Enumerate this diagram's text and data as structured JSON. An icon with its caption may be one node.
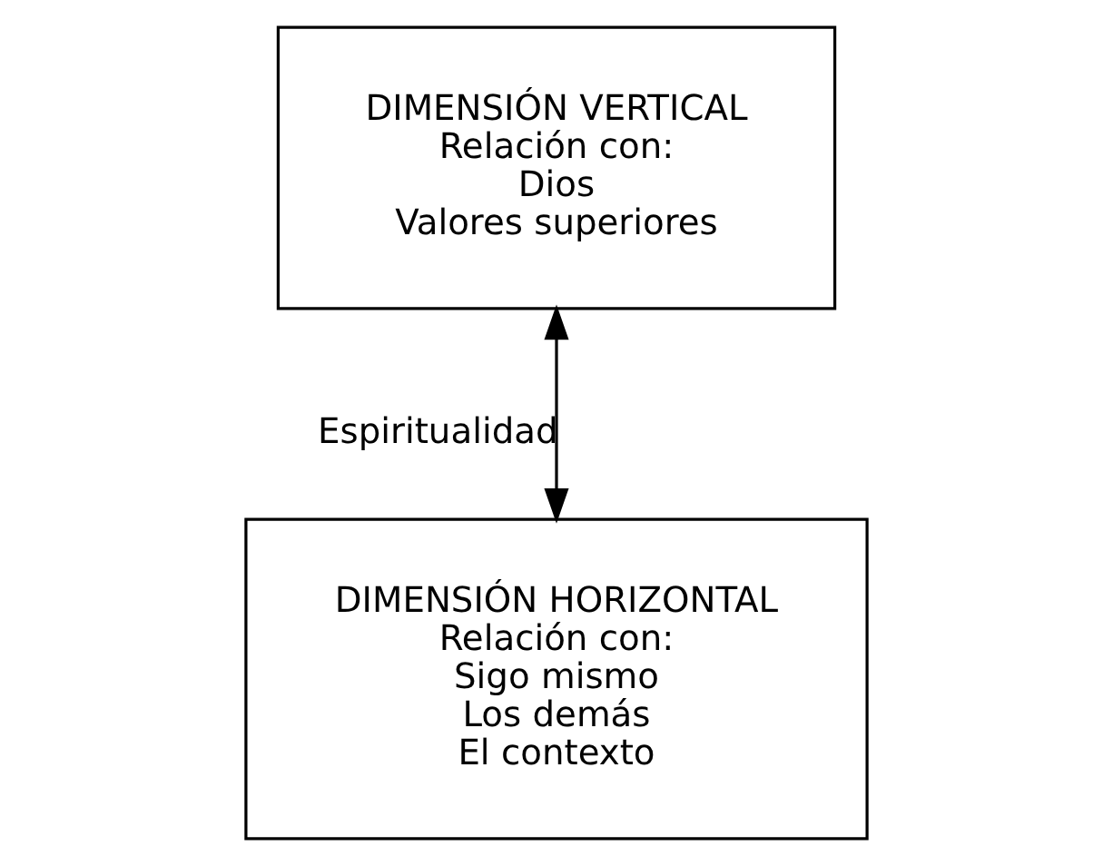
{
  "diagram": {
    "nodes": [
      {
        "text": [
          "DIMENSIÓN VERTICAL",
          "Relación con:",
          "Dios",
          "Valores superiores"
        ]
      },
      {
        "text": [
          "DIMENSIÓN HORIZONTAL",
          "Relación con:",
          "Sigo mismo",
          "Los demás",
          "El contexto"
        ]
      }
    ],
    "edges": [
      {
        "from": 1,
        "to": 0,
        "arrow": "both",
        "label": "Espiritualidad"
      }
    ]
  }
}
